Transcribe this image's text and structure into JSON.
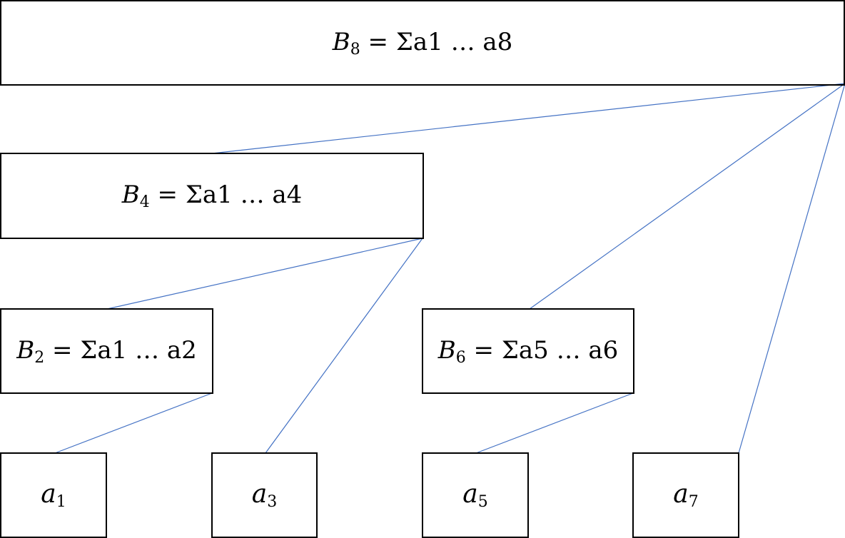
{
  "diagram": {
    "link_color": "#4472c4",
    "nodes": [
      {
        "id": "B8",
        "var": "B",
        "sub": "8",
        "rest": " = Σa1 … a8"
      },
      {
        "id": "B4",
        "var": "B",
        "sub": "4",
        "rest": " = Σa1 … a4"
      },
      {
        "id": "B2",
        "var": "B",
        "sub": "2",
        "rest": " = Σa1 … a2"
      },
      {
        "id": "B6",
        "var": "B",
        "sub": "6",
        "rest": " = Σa5 … a6"
      },
      {
        "id": "a1",
        "var": "a",
        "sub": "1",
        "rest": ""
      },
      {
        "id": "a3",
        "var": "a",
        "sub": "3",
        "rest": ""
      },
      {
        "id": "a5",
        "var": "a",
        "sub": "5",
        "rest": ""
      },
      {
        "id": "a7",
        "var": "a",
        "sub": "7",
        "rest": ""
      }
    ],
    "edges": [
      {
        "from": "B8",
        "to": "B4"
      },
      {
        "from": "B8",
        "to": "B6"
      },
      {
        "from": "B8",
        "to": "a7"
      },
      {
        "from": "B4",
        "to": "B2"
      },
      {
        "from": "B4",
        "to": "a3"
      },
      {
        "from": "B2",
        "to": "a1"
      },
      {
        "from": "B6",
        "to": "a5"
      }
    ]
  }
}
